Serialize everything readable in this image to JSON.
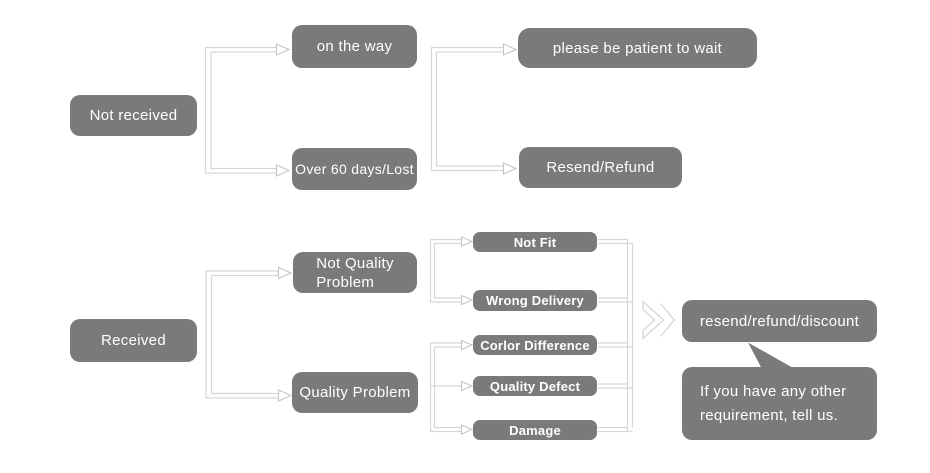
{
  "colors": {
    "node_fill": "#7a7a7d",
    "node_text": "#ffffff",
    "connector_line": "#d7d7d7",
    "background": "#ffffff"
  },
  "icons": {
    "arrowhead": "hollow right-pointing triangle",
    "double_chevron": "»"
  },
  "flow_not_received": {
    "root": "Not received",
    "branch_on_the_way": "on the way",
    "branch_over_60": "Over 60 days/Lost",
    "outcome_wait": "please be patient to wait",
    "outcome_resend_refund": "Resend/Refund"
  },
  "flow_received": {
    "root": "Received",
    "branch_not_quality": "Not Quality\nProblem",
    "branch_quality": "Quality Problem",
    "reason_not_fit": "Not Fit",
    "reason_wrong_delivery": "Wrong Delivery",
    "reason_color_difference": "Corlor Difference",
    "reason_quality_defect": "Quality Defect",
    "reason_damage": "Damage",
    "outcome": "resend/refund/discount",
    "note": "If you have any other\nrequirement, tell us."
  }
}
